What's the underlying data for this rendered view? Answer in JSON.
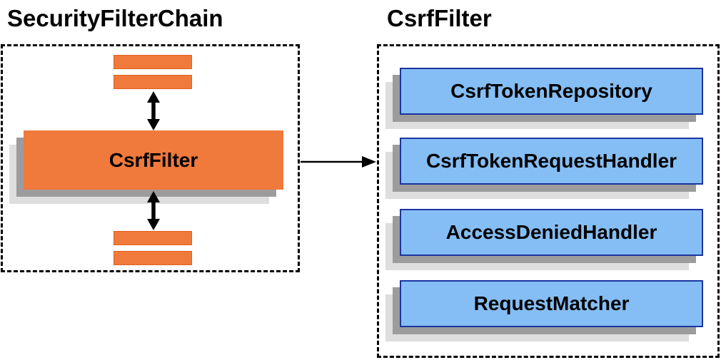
{
  "diagram": {
    "left_panel": {
      "title": "SecurityFilterChain",
      "filter_node_label": "CsrfFilter"
    },
    "right_panel": {
      "title": "CsrfFilter",
      "components": [
        "CsrfTokenRepository",
        "CsrfTokenRequestHandler",
        "AccessDeniedHandler",
        "RequestMatcher"
      ]
    },
    "colors": {
      "filter_orange": "#F0793C",
      "orange_border": "#E0601E",
      "component_blue": "#85BEF5",
      "blue_border": "#1B35A0",
      "shadow_dark": "#9C9C9C",
      "shadow_light": "#DEDEDE",
      "arrow_black": "#000000"
    }
  }
}
